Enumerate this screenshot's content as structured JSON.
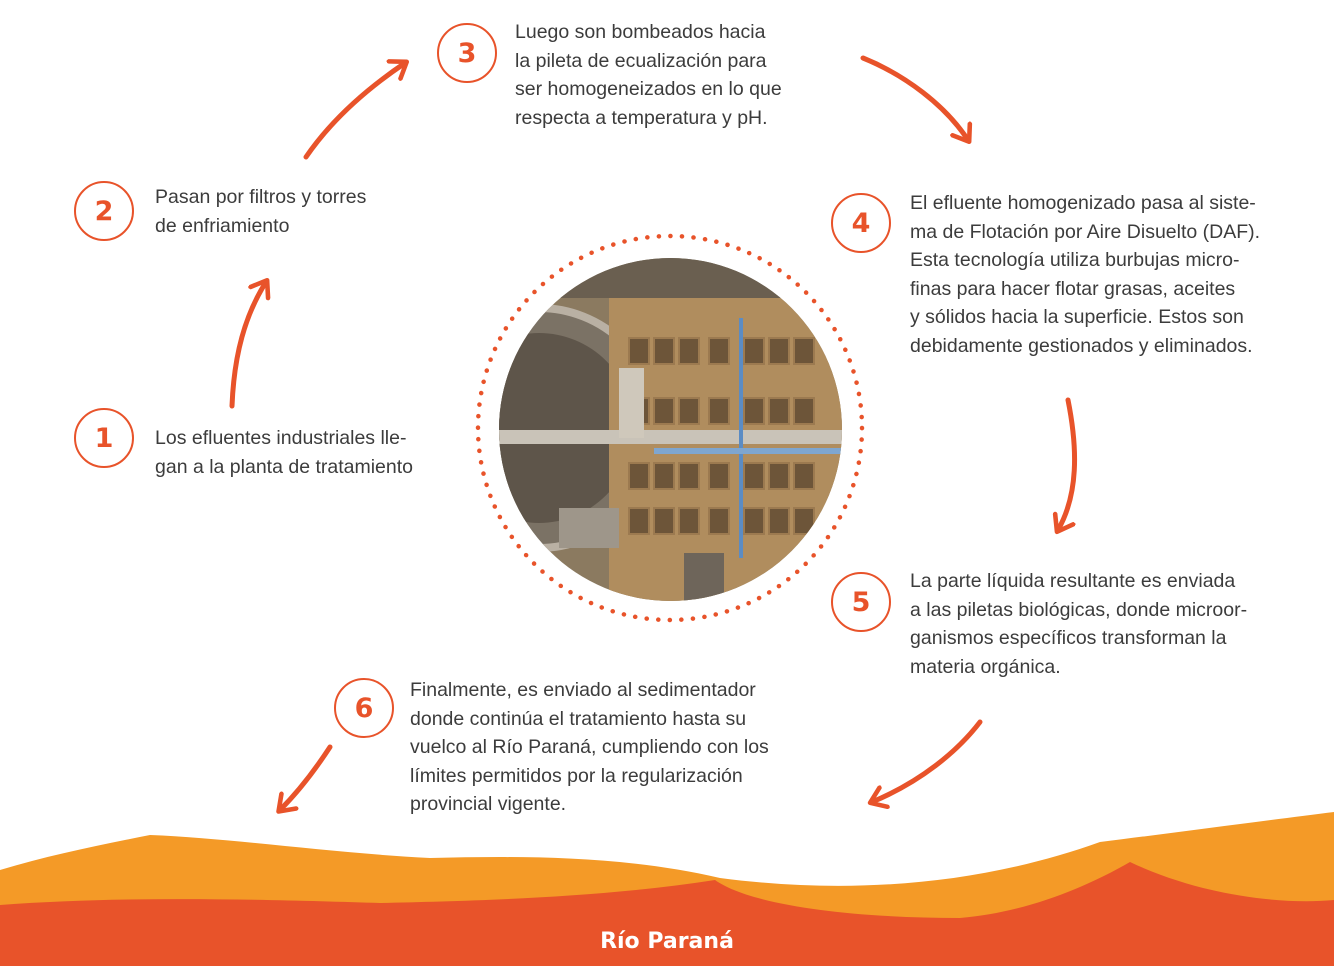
{
  "steps": [
    {
      "number": "1",
      "lines": [
        "Los efluentes industriales lle-",
        "gan a la planta de tratamiento"
      ]
    },
    {
      "number": "2",
      "lines": [
        "Pasan por filtros y torres",
        "de enfriamiento"
      ]
    },
    {
      "number": "3",
      "lines": [
        "Luego son bombeados hacia",
        "la pileta de ecualización para",
        "ser homogeneizados en lo que",
        "respecta a temperatura y pH."
      ]
    },
    {
      "number": "4",
      "lines": [
        "El efluente homogenizado pasa al siste-",
        "ma de Flotación por Aire Disuelto (DAF).",
        "Esta tecnología utiliza burbujas micro-",
        "finas para hacer flotar grasas, aceites",
        "y sólidos hacia la superficie. Estos son",
        "debidamente gestionados y eliminados."
      ]
    },
    {
      "number": "5",
      "lines": [
        "La parte líquida resultante es enviada",
        "a las piletas biológicas, donde microor-",
        "ganismos específicos transforman la",
        "materia orgánica."
      ]
    },
    {
      "number": "6",
      "lines": [
        "Finalmente, es enviado al sedimentador",
        "donde continúa el tratamiento hasta su",
        "vuelco al Río Paraná, cumpliendo con los",
        "límites permitidos por la regularización",
        "provincial vigente."
      ]
    }
  ],
  "river": {
    "label": "Río Paraná"
  },
  "colors": {
    "accent": "#e8532a",
    "river_light": "#f49a27",
    "river_dark": "#e8532a",
    "text": "#3c3c3c"
  }
}
